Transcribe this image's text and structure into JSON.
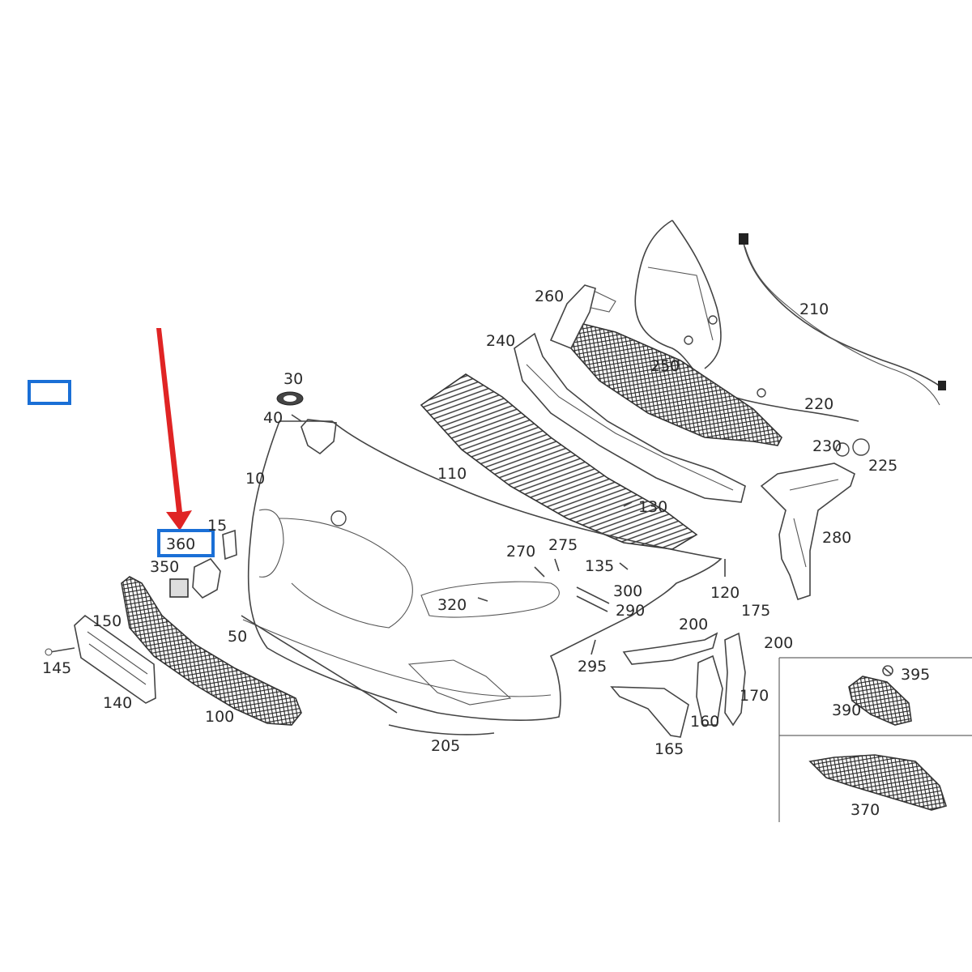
{
  "labels": [
    {
      "id": "10",
      "text": "10"
    },
    {
      "id": "15",
      "text": "15"
    },
    {
      "id": "30",
      "text": "30"
    },
    {
      "id": "40",
      "text": "40"
    },
    {
      "id": "50",
      "text": "50"
    },
    {
      "id": "100",
      "text": "100"
    },
    {
      "id": "110",
      "text": "110"
    },
    {
      "id": "120",
      "text": "120"
    },
    {
      "id": "130",
      "text": "130"
    },
    {
      "id": "135",
      "text": "135"
    },
    {
      "id": "140",
      "text": "140"
    },
    {
      "id": "145",
      "text": "145"
    },
    {
      "id": "150",
      "text": "150"
    },
    {
      "id": "160",
      "text": "160"
    },
    {
      "id": "165",
      "text": "165"
    },
    {
      "id": "170",
      "text": "170"
    },
    {
      "id": "175",
      "text": "175"
    },
    {
      "id": "200a",
      "text": "200"
    },
    {
      "id": "200b",
      "text": "200"
    },
    {
      "id": "205",
      "text": "205"
    },
    {
      "id": "210",
      "text": "210"
    },
    {
      "id": "220",
      "text": "220"
    },
    {
      "id": "225",
      "text": "225"
    },
    {
      "id": "230",
      "text": "230"
    },
    {
      "id": "240",
      "text": "240"
    },
    {
      "id": "250",
      "text": "250"
    },
    {
      "id": "260",
      "text": "260"
    },
    {
      "id": "270",
      "text": "270"
    },
    {
      "id": "275",
      "text": "275"
    },
    {
      "id": "280",
      "text": "280"
    },
    {
      "id": "290",
      "text": "290"
    },
    {
      "id": "295",
      "text": "295"
    },
    {
      "id": "300",
      "text": "300"
    },
    {
      "id": "320",
      "text": "320"
    },
    {
      "id": "350",
      "text": "350"
    },
    {
      "id": "360",
      "text": "360"
    },
    {
      "id": "370",
      "text": "370"
    },
    {
      "id": "390",
      "text": "390"
    },
    {
      "id": "395",
      "text": "395"
    }
  ],
  "highlighted_part": "360",
  "colors": {
    "arrow": "#e02424",
    "highlight_box": "#1a6fd6",
    "line_art": "#444444"
  }
}
